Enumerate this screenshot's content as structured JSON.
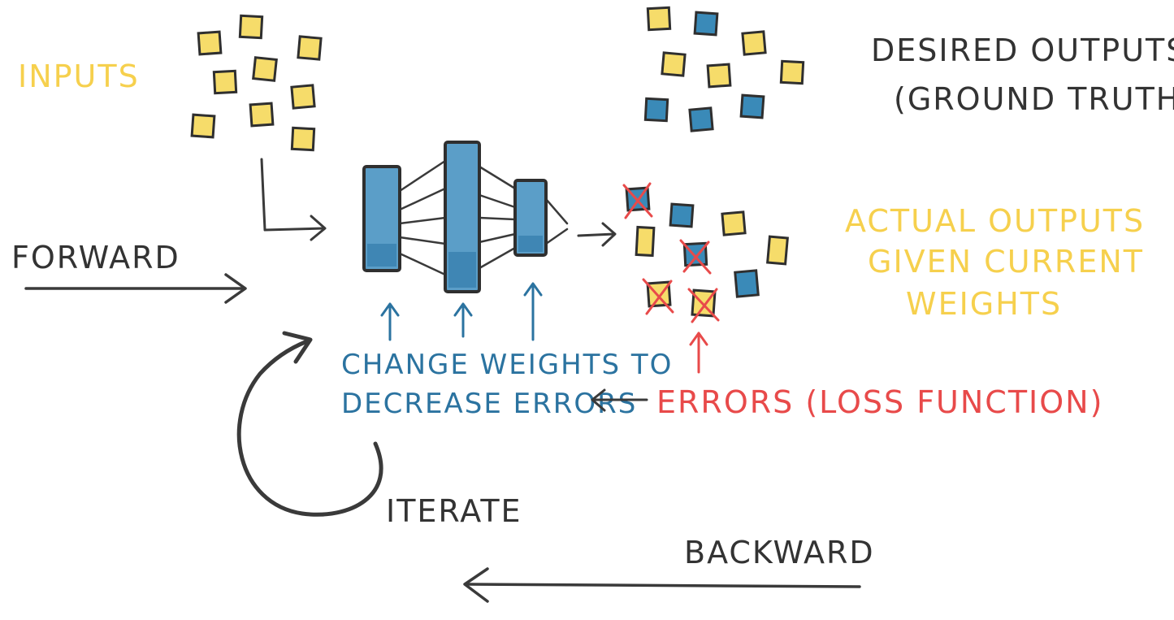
{
  "labels": {
    "inputs": "INPUTS",
    "desired_line1": "DESIRED OUTPUTS",
    "desired_line2": "(GROUND TRUTH)",
    "actual_line1": "ACTUAL OUTPUTS",
    "actual_line2": "GIVEN CURRENT",
    "actual_line3": "WEIGHTS",
    "forward": "FORWARD",
    "change_line1": "CHANGE WEIGHTS TO",
    "change_line2": "DECREASE ERRORS",
    "errors": "ERRORS (LOSS FUNCTION)",
    "iterate": "ITERATE",
    "backward": "BACKWARD"
  },
  "colors": {
    "ink": "#333333",
    "input_yellow": "#f6dc6a",
    "label_yellow": "#f6d04d",
    "output_blue": "#3a8ab8",
    "annotation_blue": "#2b73a0",
    "error_red": "#e84a4a"
  },
  "icons": {
    "error_mark": "cross-icon"
  }
}
